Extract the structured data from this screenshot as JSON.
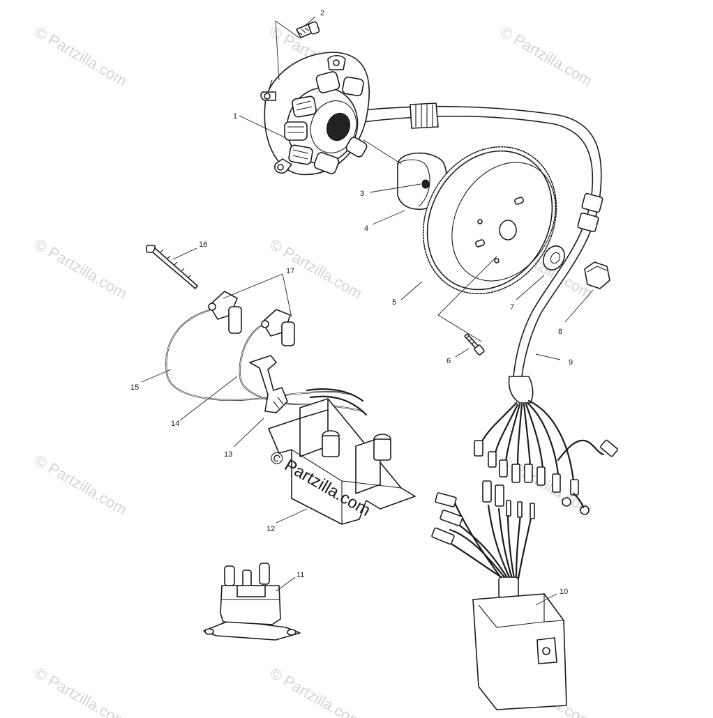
{
  "watermark": {
    "text": "© Partzilla.com",
    "center_text": "© Partzilla.com"
  },
  "callouts": [
    {
      "id": "1",
      "label": "1"
    },
    {
      "id": "2",
      "label": "2"
    },
    {
      "id": "3",
      "label": "3"
    },
    {
      "id": "4",
      "label": "4"
    },
    {
      "id": "5",
      "label": "5"
    },
    {
      "id": "6",
      "label": "6"
    },
    {
      "id": "7",
      "label": "7"
    },
    {
      "id": "8",
      "label": "8"
    },
    {
      "id": "9",
      "label": "9"
    },
    {
      "id": "10",
      "label": "10"
    },
    {
      "id": "11",
      "label": "11"
    },
    {
      "id": "12",
      "label": "12"
    },
    {
      "id": "13",
      "label": "13"
    },
    {
      "id": "14",
      "label": "14"
    },
    {
      "id": "15",
      "label": "15"
    },
    {
      "id": "16",
      "label": "16"
    },
    {
      "id": "17",
      "label": "17"
    }
  ]
}
